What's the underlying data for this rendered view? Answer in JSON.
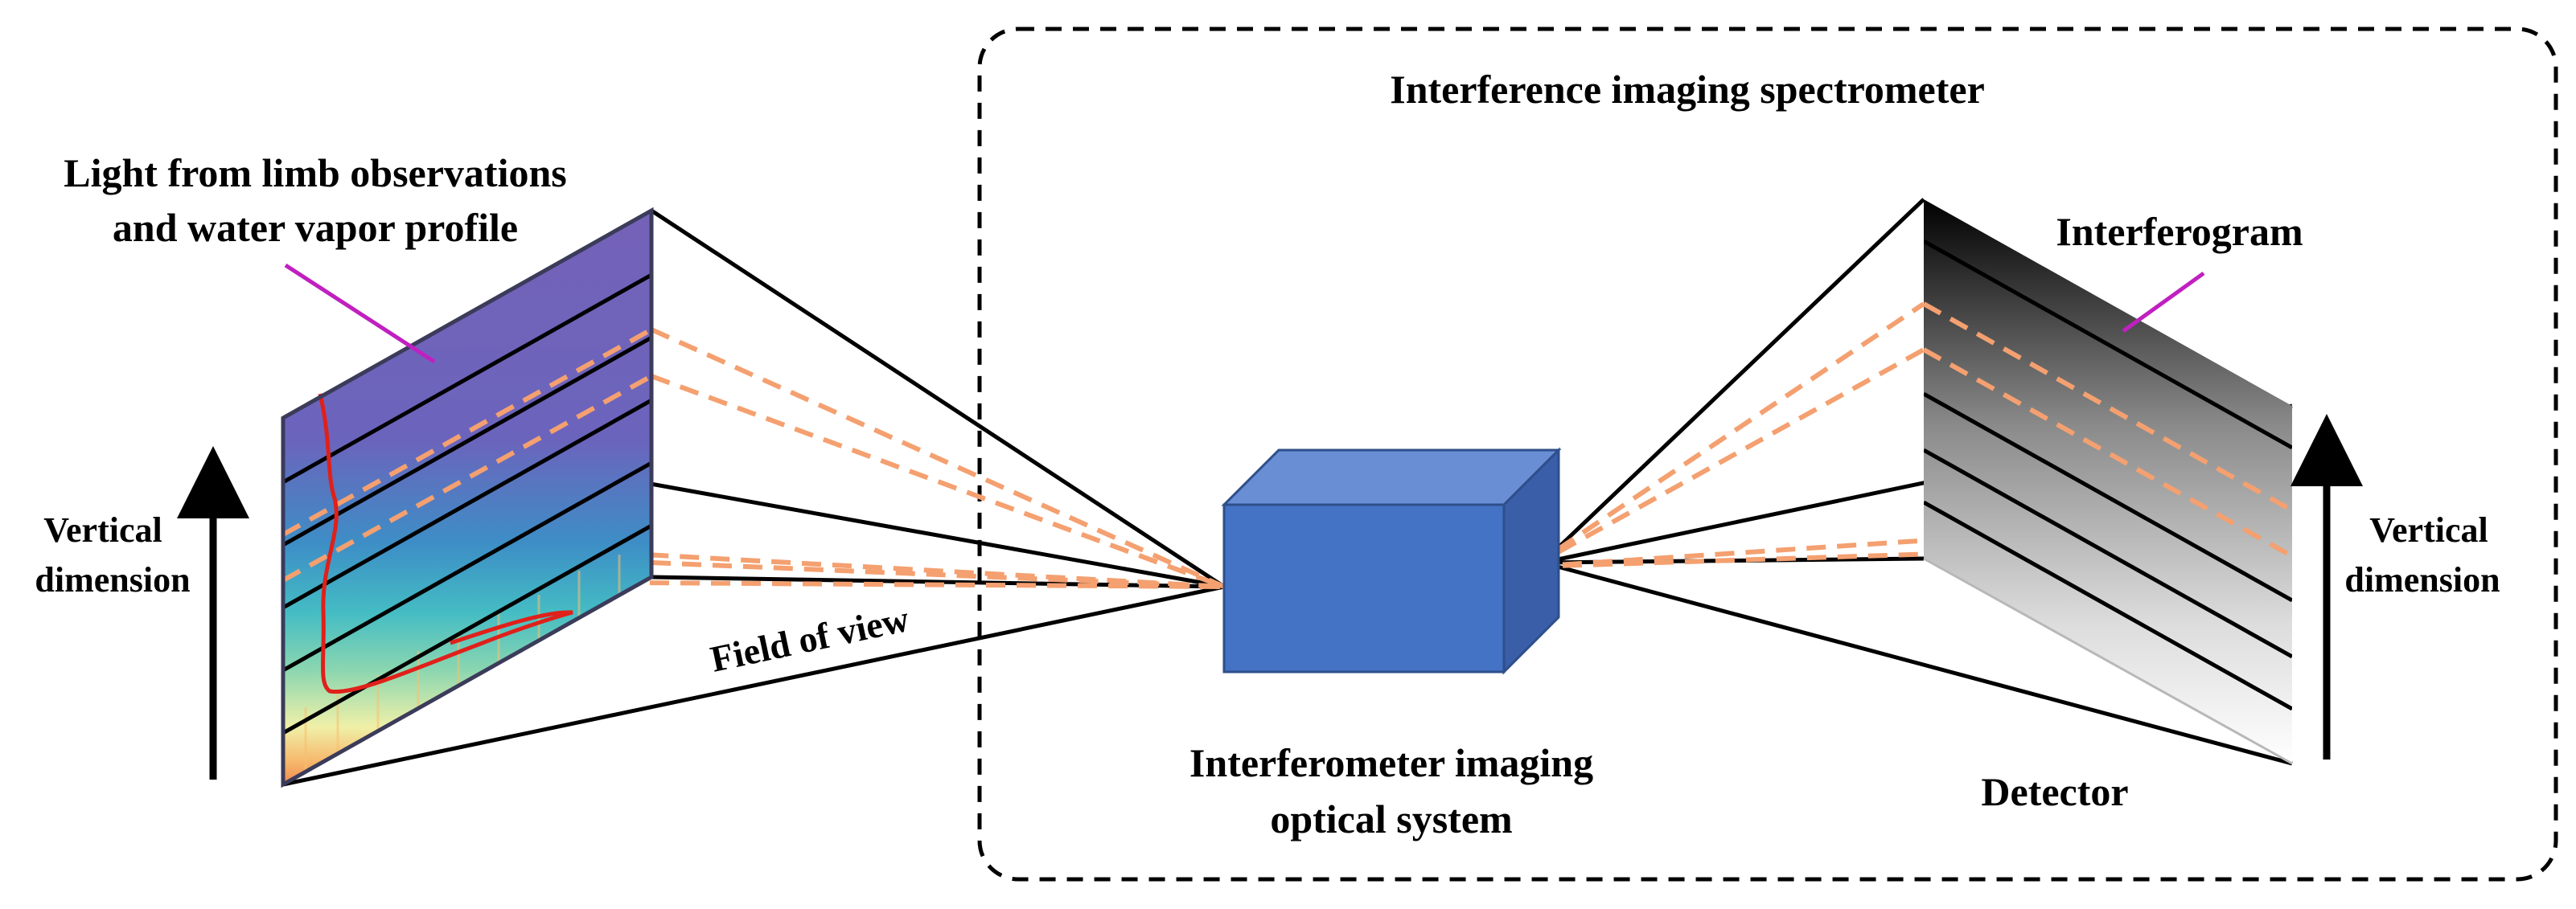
{
  "labels": {
    "spectrometer_title": "Interference imaging spectrometer",
    "source_line1": "Light from limb observations",
    "source_line2": "and water vapor profile",
    "vertical_left_line1": "Vertical",
    "vertical_left_line2": "dimension",
    "field_of_view": "Field of view",
    "optics_line1": "Interferometer imaging",
    "optics_line2": "optical system",
    "interferogram": "Interferogram",
    "detector": "Detector",
    "vertical_right_line1": "Vertical",
    "vertical_right_line2": "dimension"
  },
  "colors": {
    "outline": "#000000",
    "ray_dashed": "#f4a070",
    "leader_line": "#c020c0",
    "scene_purple": "#7462b8",
    "box_front": "#4472c4",
    "box_top": "#6a8ed4",
    "box_side": "#3a5ea8",
    "profile_curve": "#e0201a"
  }
}
